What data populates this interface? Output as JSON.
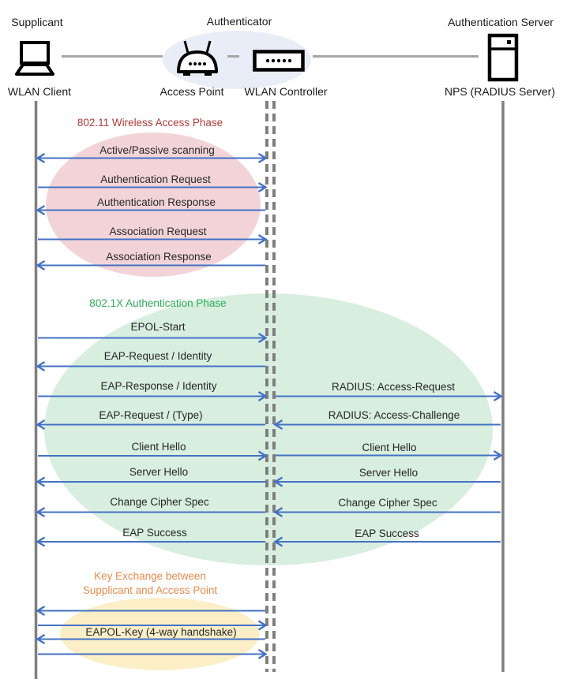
{
  "header": {
    "roles": [
      {
        "label": "Supplicant"
      },
      {
        "label": "Authenticator"
      },
      {
        "label": "Authentication Server"
      }
    ],
    "devices": [
      {
        "label": "WLAN Client"
      },
      {
        "label": "Access Point"
      },
      {
        "label": "WLAN Controller"
      },
      {
        "label": "NPS (RADIUS Server)"
      }
    ]
  },
  "phases": {
    "wireless": {
      "title": "802.11 Wireless Access Phase"
    },
    "dot1x": {
      "title": "802.1X Authentication Phase"
    },
    "key_exchange": {
      "title_line1": "Key Exchange between",
      "title_line2": "Supplicant and Access Point"
    }
  },
  "messages": {
    "client_controller": [
      {
        "label": "Active/Passive scanning",
        "direction": "both"
      },
      {
        "label": "Authentication Request",
        "direction": "right"
      },
      {
        "label": "Authentication Response",
        "direction": "left"
      },
      {
        "label": "Association Request",
        "direction": "right"
      },
      {
        "label": "Association Response",
        "direction": "left"
      },
      {
        "label": "EPOL-Start",
        "direction": "right"
      },
      {
        "label": "EAP-Request / Identity",
        "direction": "left"
      },
      {
        "label": "EAP-Response / Identity",
        "direction": "right"
      },
      {
        "label": "EAP-Request / (Type)",
        "direction": "left"
      },
      {
        "label": "Client Hello",
        "direction": "right"
      },
      {
        "label": "Server Hello",
        "direction": "left"
      },
      {
        "label": "Change Cipher Spec",
        "direction": "left"
      },
      {
        "label": "EAP Success",
        "direction": "left"
      },
      {
        "label": "EAPOL-Key (4-way handshake)",
        "direction": "4-way"
      }
    ],
    "controller_server": [
      {
        "label": "RADIUS: Access-Request",
        "direction": "right"
      },
      {
        "label": "RADIUS: Access-Challenge",
        "direction": "left"
      },
      {
        "label": "Client Hello",
        "direction": "right"
      },
      {
        "label": "Server Hello",
        "direction": "left"
      },
      {
        "label": "Change Cipher Spec",
        "direction": "left"
      },
      {
        "label": "EAP Success",
        "direction": "left"
      }
    ]
  },
  "colors": {
    "arrow": "#4472C4",
    "lifeline": "#7F7F7F",
    "connector": "#A6A6A6",
    "phase_red_text": "#B03A3A",
    "phase_green_text": "#2EAD5B",
    "phase_orange_text": "#E78B4E",
    "ellipse_red": "#F2D4D8",
    "ellipse_green": "#D8EEDF",
    "ellipse_yellow": "#FCEFC7",
    "ellipse_blue": "#E9EDF7"
  }
}
